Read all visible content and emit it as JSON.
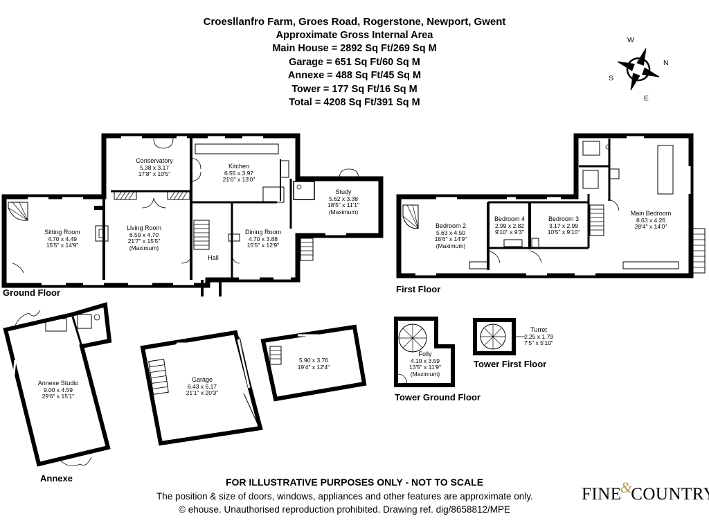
{
  "header": {
    "address": "Croesllanfro Farm, Groes Road, Rogerstone, Newport, Gwent",
    "subtitle": "Approximate Gross Internal Area",
    "areas": [
      "Main House = 2892 Sq Ft/269 Sq M",
      "Garage = 651 Sq Ft/60 Sq M",
      "Annexe = 488 Sq Ft/45 Sq M",
      "Tower = 177 Sq Ft/16 Sq M",
      "Total = 4208 Sq Ft/391 Sq M"
    ]
  },
  "compass": {
    "w": "W",
    "n": "N",
    "s": "S",
    "e": "E"
  },
  "floors": {
    "ground": "Ground Floor",
    "first": "First Floor",
    "annexe": "Annexe",
    "tower_ground": "Tower Ground Floor",
    "tower_first": "Tower First Floor"
  },
  "rooms": {
    "conservatory": {
      "name": "Conservatory",
      "metric": "5.38 x 3.17",
      "imperial": "17'8\" x 10'5\""
    },
    "kitchen": {
      "name": "Kitchen",
      "metric": "6.55 x 3.97",
      "imperial": "21'6\" x 13'0\""
    },
    "study": {
      "name": "Study",
      "metric": "5.62 x 3.38",
      "imperial": "18'5\" x 11'1\"",
      "note": "(Maximum)"
    },
    "sitting": {
      "name": "Sitting Room",
      "metric": "4.70 x 4.49",
      "imperial": "15'5\" x 14'9\""
    },
    "living": {
      "name": "Living Room",
      "metric": "6.59 x 4.70",
      "imperial": "21'7\" x 15'5\"",
      "note": "(Maximum)"
    },
    "dining": {
      "name": "Dining Room",
      "metric": "4.70 x 3.88",
      "imperial": "15'5\" x 12'9\""
    },
    "hall": {
      "name": "Hall"
    },
    "bedroom2": {
      "name": "Bedroom 2",
      "metric": "5.63 x 4.50",
      "imperial": "18'6\" x 14'9\"",
      "note": "(Maximum)"
    },
    "bedroom4": {
      "name": "Bedroom 4",
      "metric": "2.99 x 2.82",
      "imperial": "9'10\" x 9'3\""
    },
    "bedroom3": {
      "name": "Bedroom 3",
      "metric": "3.17 x 2.99",
      "imperial": "10'5\" x 9'10\""
    },
    "main_bedroom": {
      "name": "Main Bedroom",
      "metric": "8.63 x 4.26",
      "imperial": "28'4\" x 14'0\""
    },
    "annexe_studio": {
      "name": "Annexe Studio",
      "metric": "9.00 x 4.59",
      "imperial": "29'6\" x 15'1\""
    },
    "garage": {
      "name": "Garage",
      "metric": "6.43 x 6.17",
      "imperial": "21'1\" x 20'3\""
    },
    "garage_upper": {
      "metric": "5.90 x 3.76",
      "imperial": "19'4\" x 12'4\""
    },
    "folly": {
      "name": "Folly",
      "metric": "4.10 x 3.59",
      "imperial": "13'5\" x 11'9\"",
      "note": "(Maximum)"
    },
    "turret": {
      "name": "Turret",
      "metric": "2.25 x 1.79",
      "imperial": "7'5\" x 5'10\""
    }
  },
  "footer": {
    "disclaimer": "FOR ILLUSTRATIVE PURPOSES ONLY - NOT TO SCALE",
    "note": "The position & size of doors, windows, appliances and other features are approximate only.",
    "copyright": "© ehouse. Unauthorised reproduction prohibited. Drawing ref. dig/8658812/MPE"
  },
  "brand": {
    "left": "Fine",
    "amp": "&",
    "right": "Country"
  }
}
